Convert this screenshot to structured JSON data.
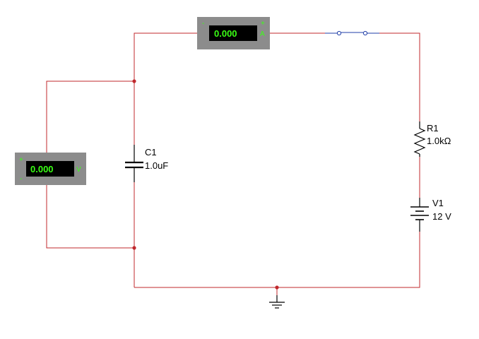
{
  "ammeter": {
    "reading": "0.000",
    "terminal_neg": "-",
    "terminal_pos": "+",
    "unit": "A"
  },
  "voltmeter": {
    "reading": "0.000",
    "terminal_pos": "+",
    "terminal_neg": "-",
    "unit": "V"
  },
  "capacitor": {
    "ref": "C1",
    "value": "1.0uF"
  },
  "resistor": {
    "ref": "R1",
    "value": "1.0kΩ"
  },
  "battery": {
    "ref": "V1",
    "value": "12 V"
  },
  "colors": {
    "wire": "#c0282d",
    "switch_wire": "#1f3ea8",
    "meter_body": "#8c8c8c",
    "meter_digits": "#39ff14"
  }
}
